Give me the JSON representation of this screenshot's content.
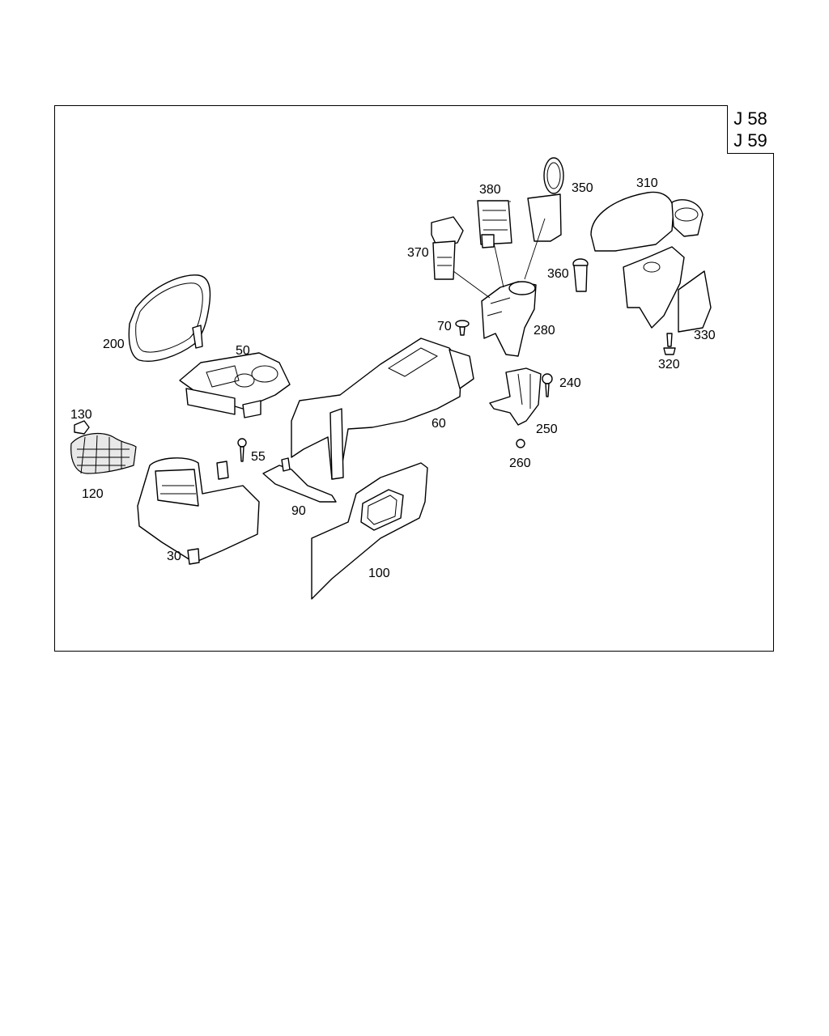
{
  "page_ref": [
    "J 58",
    "J 59"
  ],
  "part_labels": {
    "p30": "30",
    "p50": "50",
    "p55": "55",
    "p60": "60",
    "p70": "70",
    "p90": "90",
    "p100": "100",
    "p120": "120",
    "p130": "130",
    "p200": "200",
    "p240": "240",
    "p250": "250",
    "p260": "260",
    "p280": "280",
    "p310": "310",
    "p320": "320",
    "p330": "330",
    "p350": "350",
    "p360": "360",
    "p370": "370",
    "p380": "380"
  }
}
